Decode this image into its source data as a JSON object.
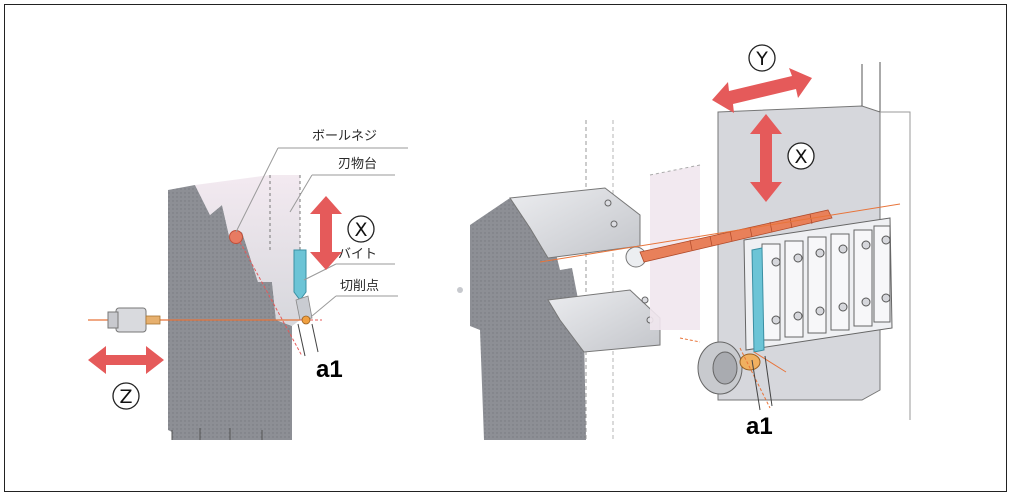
{
  "labels": {
    "ball_screw": "ボールネジ",
    "tool_post": "刃物台",
    "tool_bit": "バイト",
    "cutting_point": "切削点"
  },
  "axes": {
    "x": "X",
    "y": "Y",
    "z": "Z"
  },
  "markers": {
    "left": "a1",
    "right": "a1"
  },
  "colors": {
    "arrow": "#e55a5a",
    "machine_gray": "#8f9196",
    "light_gray": "#dcdde2",
    "tool_cyan": "#6cc4d6",
    "guide_line": "#e8743a",
    "leader_line": "#9a9a9a"
  }
}
